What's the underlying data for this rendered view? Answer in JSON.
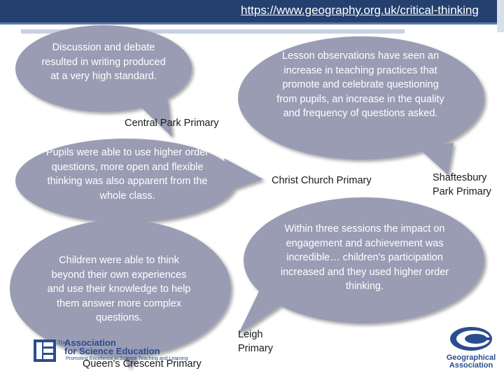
{
  "header": {
    "url": "https://www.geography.org.uk/critical-thinking"
  },
  "bubbles": {
    "central_park_quote": "Discussion and debate resulted in writing produced at a very high standard.",
    "lesson_observations_quote": "Lesson observations have seen an increase in teaching practices that promote and celebrate questioning from pupils, an increase in the quality and frequency of questions asked.",
    "pupils_quote": "Pupils were able to use higher order questions, more open and flexible thinking was also apparent from the whole class.",
    "children_quote": "Children were able to think beyond their own experiences and use their knowledge to help them answer more complex questions.",
    "three_sessions_quote": "Within three sessions the impact on engagement and achievement was incredible… children's participation increased and they used higher order thinking."
  },
  "schools": {
    "central_park": "Central Park Primary",
    "christ_church": "Christ Church Primary",
    "shaftesbury_line1": "Shaftesbury",
    "shaftesbury_line2": "Park Primary",
    "leigh_line1": "Leigh",
    "leigh_line2": "Primary",
    "queens_crescent": "Queen's Crescent Primary"
  },
  "logos": {
    "ase_the": "The",
    "ase_line1": "Association",
    "ase_line2": "for Science Education",
    "ase_tagline": "Promoting Excellence in Science Teaching and Learning",
    "ga_line1": "Geographical",
    "ga_line2": "Association"
  },
  "colors": {
    "header_bg": "#24406e",
    "bubble_fill": "#9a9cb4",
    "bubble_text": "#ffffff",
    "logo_blue": "#2a4d8f"
  }
}
